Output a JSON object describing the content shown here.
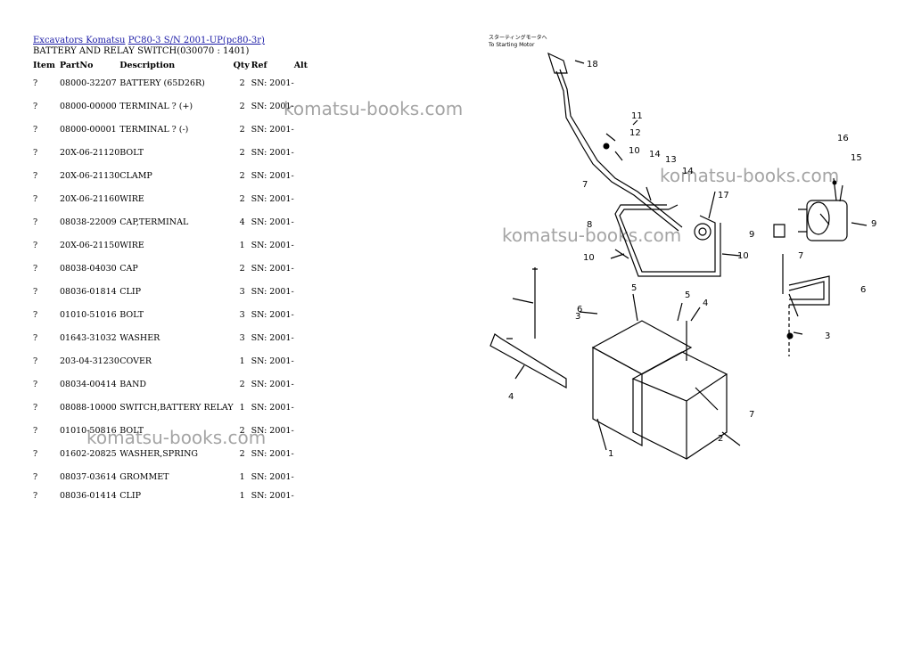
{
  "breadcrumb": {
    "link1": "Excavators Komatsu",
    "link2": "PC80-3 S/N 2001-UP(pc80-3r)"
  },
  "section_title": "BATTERY AND RELAY SWITCH(030070 : 1401)",
  "table": {
    "headers": {
      "item": "Item",
      "part": "PartNo",
      "desc": "Description",
      "qty": "Qty",
      "ref": "Ref",
      "alt": "Alt"
    },
    "rows": [
      {
        "item": "?",
        "part": "08000-32207",
        "desc": "BATTERY (65D26R)",
        "qty": "2",
        "ref": "SN: 2001-"
      },
      {
        "item": "?",
        "part": "08000-00000",
        "desc": "TERMINAL ? (+)",
        "qty": "2",
        "ref": "SN: 2001-"
      },
      {
        "item": "?",
        "part": "08000-00001",
        "desc": "TERMINAL ? (-)",
        "qty": "2",
        "ref": "SN: 2001-"
      },
      {
        "item": "?",
        "part": "20X-06-21120",
        "desc": "BOLT",
        "qty": "2",
        "ref": "SN: 2001-"
      },
      {
        "item": "?",
        "part": "20X-06-21130",
        "desc": "CLAMP",
        "qty": "2",
        "ref": "SN: 2001-"
      },
      {
        "item": "?",
        "part": "20X-06-21160",
        "desc": "WIRE",
        "qty": "2",
        "ref": "SN: 2001-"
      },
      {
        "item": "?",
        "part": "08038-22009",
        "desc": "CAP,TERMINAL",
        "qty": "4",
        "ref": "SN: 2001-"
      },
      {
        "item": "?",
        "part": "20X-06-21150",
        "desc": "WIRE",
        "qty": "1",
        "ref": "SN: 2001-"
      },
      {
        "item": "?",
        "part": "08038-04030",
        "desc": "CAP",
        "qty": "2",
        "ref": "SN: 2001-"
      },
      {
        "item": "?",
        "part": "08036-01814",
        "desc": "CLIP",
        "qty": "3",
        "ref": "SN: 2001-"
      },
      {
        "item": "?",
        "part": "01010-51016",
        "desc": "BOLT",
        "qty": "3",
        "ref": "SN: 2001-"
      },
      {
        "item": "?",
        "part": "01643-31032",
        "desc": "WASHER",
        "qty": "3",
        "ref": "SN: 2001-"
      },
      {
        "item": "?",
        "part": "203-04-31230",
        "desc": "COVER",
        "qty": "1",
        "ref": "SN: 2001-"
      },
      {
        "item": "?",
        "part": "08034-00414",
        "desc": "BAND",
        "qty": "2",
        "ref": "SN: 2001-"
      },
      {
        "item": "?",
        "part": "08088-10000",
        "desc": "SWITCH,BATTERY RELAY",
        "qty": "1",
        "ref": "SN: 2001-"
      },
      {
        "item": "?",
        "part": "01010-50816",
        "desc": "BOLT",
        "qty": "2",
        "ref": "SN: 2001-"
      },
      {
        "item": "?",
        "part": "01602-20825",
        "desc": "WASHER,SPRING",
        "qty": "2",
        "ref": "SN: 2001-"
      },
      {
        "item": "?",
        "part": "08037-03614",
        "desc": "GROMMET",
        "qty": "1",
        "ref": "SN: 2001-"
      },
      {
        "item": "?",
        "part": "08036-01414",
        "desc": "CLIP",
        "qty": "1",
        "ref": "SN: 2001-"
      }
    ]
  },
  "watermark": "komatsu-books.com",
  "diagram": {
    "jp_caption": "スターティングモータへ",
    "caption": "To Starting Motor",
    "callouts": [
      "1",
      "2",
      "3",
      "3",
      "4",
      "4",
      "5",
      "5",
      "6",
      "6",
      "7",
      "7",
      "7",
      "8",
      "9",
      "9",
      "10",
      "10",
      "10",
      "11",
      "12",
      "13",
      "14",
      "14",
      "15",
      "16",
      "17",
      "18"
    ]
  }
}
